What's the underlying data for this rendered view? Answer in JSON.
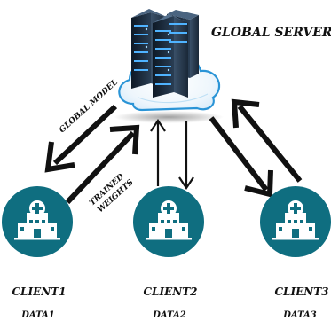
{
  "server": {
    "title": "GLOBAL SERVER"
  },
  "arrow_labels": {
    "global_model": "GLOBAL MODEL",
    "trained_weights_line1": "TRAINED",
    "trained_weights_line2": "WEIGHTS"
  },
  "clients": [
    {
      "name": "CLIENT1",
      "data": "DATA1"
    },
    {
      "name": "CLIENT2",
      "data": "DATA2"
    },
    {
      "name": "CLIENT3",
      "data": "DATA3"
    }
  ],
  "colors": {
    "client_circle": "#0f6e80",
    "client_icon": "#ffffff",
    "cloud_fill": "#f3f8fc",
    "cloud_stroke": "#2a94d6",
    "server_body": "#1c2d3e",
    "server_led": "#4fb3ff",
    "arrow": "#111111"
  }
}
